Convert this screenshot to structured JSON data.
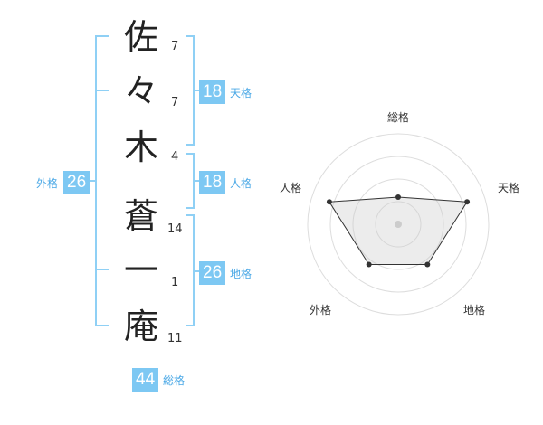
{
  "name": {
    "chars": [
      {
        "char": "佐",
        "strokes": "7"
      },
      {
        "char": "々",
        "strokes": "7"
      },
      {
        "char": "木",
        "strokes": "4"
      },
      {
        "char": "蒼",
        "strokes": "14"
      },
      {
        "char": "一",
        "strokes": "1"
      },
      {
        "char": "庵",
        "strokes": "11"
      }
    ]
  },
  "kaku": {
    "tenkaku": {
      "value": "18",
      "label": "天格"
    },
    "jinkaku": {
      "value": "18",
      "label": "人格"
    },
    "chikaku": {
      "value": "26",
      "label": "地格"
    },
    "gaikaku": {
      "value": "26",
      "label": "外格"
    },
    "soukaku": {
      "value": "44",
      "label": "総格"
    }
  },
  "radar": {
    "labels": {
      "top": "総格",
      "right": "天格",
      "bottom_right": "地格",
      "bottom_left": "外格",
      "left": "人格"
    },
    "values": {
      "top": 0.3,
      "right": 0.8,
      "bottom_right": 0.55,
      "bottom_left": 0.55,
      "left": 0.8
    }
  },
  "colors": {
    "accent": "#7dc8f3",
    "bracket": "#8fd0f5",
    "label": "#4aa8e6"
  }
}
